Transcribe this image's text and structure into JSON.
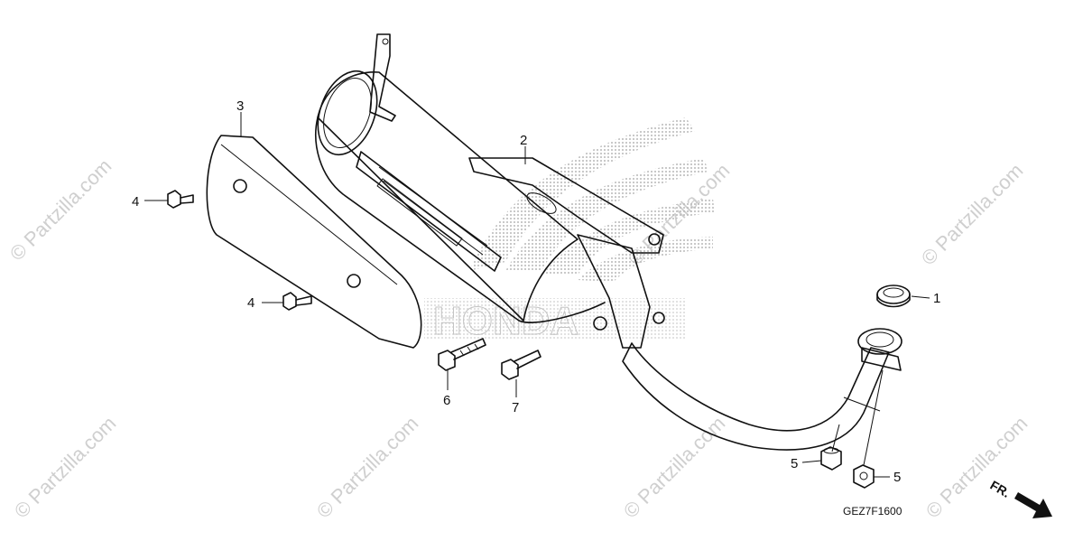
{
  "diagram": {
    "callouts": [
      {
        "id": "c1",
        "label": "1"
      },
      {
        "id": "c2",
        "label": "2"
      },
      {
        "id": "c3",
        "label": "3"
      },
      {
        "id": "c4a",
        "label": "4"
      },
      {
        "id": "c4b",
        "label": "4"
      },
      {
        "id": "c5a",
        "label": "5"
      },
      {
        "id": "c5b",
        "label": "5"
      },
      {
        "id": "c6",
        "label": "6"
      },
      {
        "id": "c7",
        "label": "7"
      }
    ],
    "drawing_code": "GEZ7F1600",
    "direction_label": "FR.",
    "watermark_text": "© Partzilla.com",
    "brand_logo_text": "HONDA",
    "colors": {
      "line": "#111111",
      "watermark": "#cfcfcf",
      "logo_dots": "#b8b8b8"
    }
  }
}
